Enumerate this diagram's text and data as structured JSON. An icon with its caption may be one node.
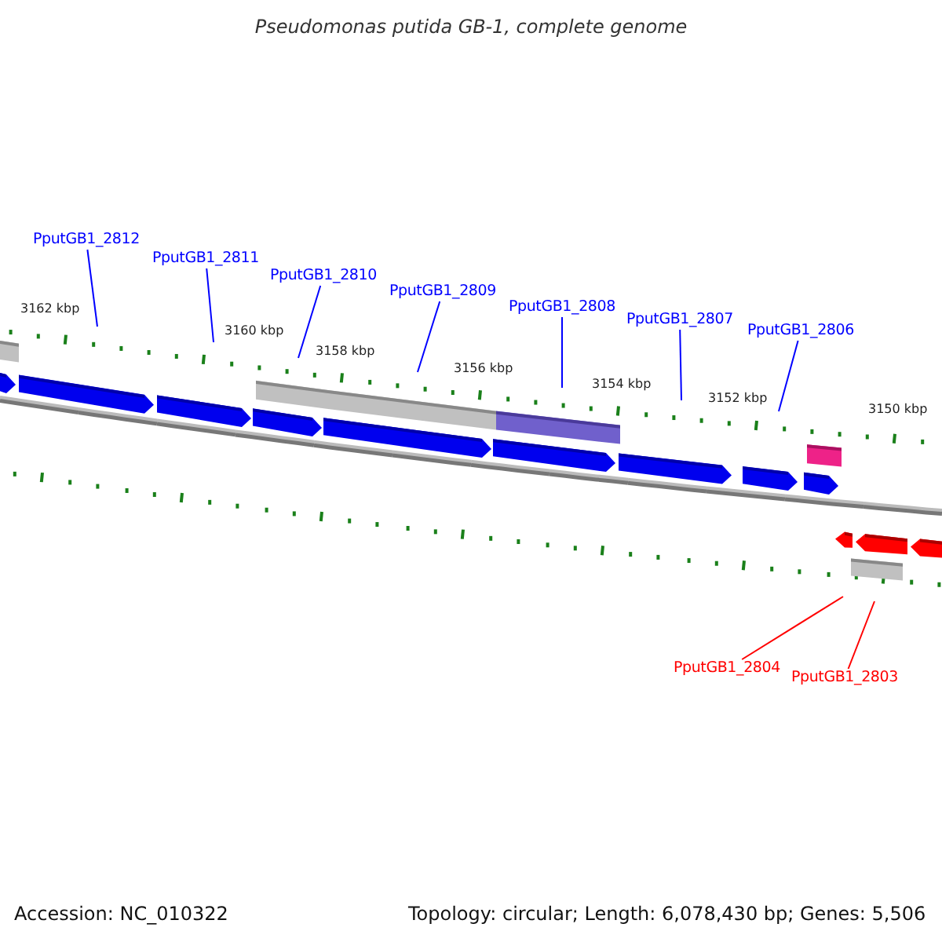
{
  "diagram": {
    "title": "Pseudomonas putida GB-1, complete genome",
    "nodes": [
      {
        "text": [
          "PputGB1_2812"
        ]
      },
      {
        "text": [
          "PputGB1_2811"
        ]
      },
      {
        "text": [
          "PputGB1_2810"
        ]
      },
      {
        "text": [
          "PputGB1_2809"
        ]
      },
      {
        "text": [
          "PputGB1_2808"
        ]
      },
      {
        "text": [
          "PputGB1_2807"
        ]
      },
      {
        "text": [
          "PputGB1_2806"
        ]
      },
      {
        "text": [
          "PputGB1_2804"
        ]
      },
      {
        "text": [
          "PputGB1_2803"
        ]
      }
    ],
    "edges": [
      {
        "from": 0,
        "to": null,
        "arrow": "none"
      },
      {
        "from": 1,
        "to": null,
        "arrow": "none"
      },
      {
        "from": 2,
        "to": null,
        "arrow": "none"
      },
      {
        "from": 3,
        "to": null,
        "arrow": "none"
      },
      {
        "from": 4,
        "to": null,
        "arrow": "none"
      },
      {
        "from": 5,
        "to": null,
        "arrow": "none"
      },
      {
        "from": 6,
        "to": null,
        "arrow": "none"
      },
      {
        "from": 7,
        "to": null,
        "arrow": "none",
        "color": "#ff0000"
      },
      {
        "from": 8,
        "to": null,
        "arrow": "none",
        "color": "#ff0000"
      }
    ],
    "labels": [
      "3162 kbp",
      "3160 kbp",
      "3158 kbp",
      "3156 kbp",
      "3154 kbp",
      "3152 kbp",
      "3150 kbp",
      "Accession: NC_010322",
      "Topology: circular; Length: 6,078,430 bp; Genes: 5,506"
    ]
  }
}
